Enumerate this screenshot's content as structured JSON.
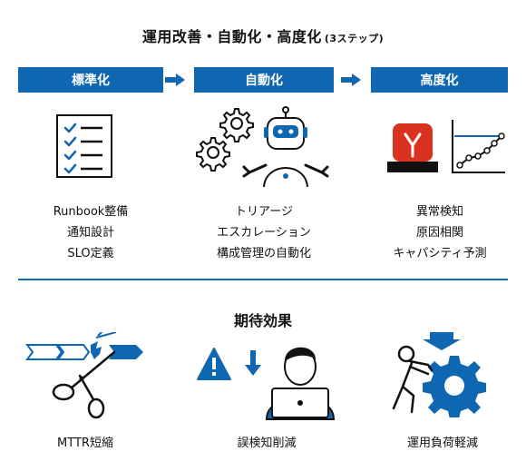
{
  "header": {
    "title": "運用改善・自動化・高度化",
    "subtitle": "(3ステップ)"
  },
  "stages": [
    {
      "label": "標準化",
      "items": [
        "Runbook整備",
        "通知設計",
        "SLO定義"
      ]
    },
    {
      "label": "自動化",
      "items": [
        "トリアージ",
        "エスカレーション",
        "構成管理の自動化"
      ]
    },
    {
      "label": "高度化",
      "items": [
        "異常検知",
        "原因相関",
        "キャパシティ予測"
      ]
    }
  ],
  "effects_section": {
    "title": "期待効果",
    "items": [
      {
        "label": "MTTR短縮",
        "icon": "scissors-cut-timeline-icon"
      },
      {
        "label": "誤検知削減",
        "icon": "engineer-with-alert-icon"
      },
      {
        "label": "運用負荷軽減",
        "icon": "person-pushing-gear-icon"
      }
    ]
  },
  "colors": {
    "accent": "#0f67b1",
    "alert": "#d9331f",
    "text": "#111111"
  }
}
